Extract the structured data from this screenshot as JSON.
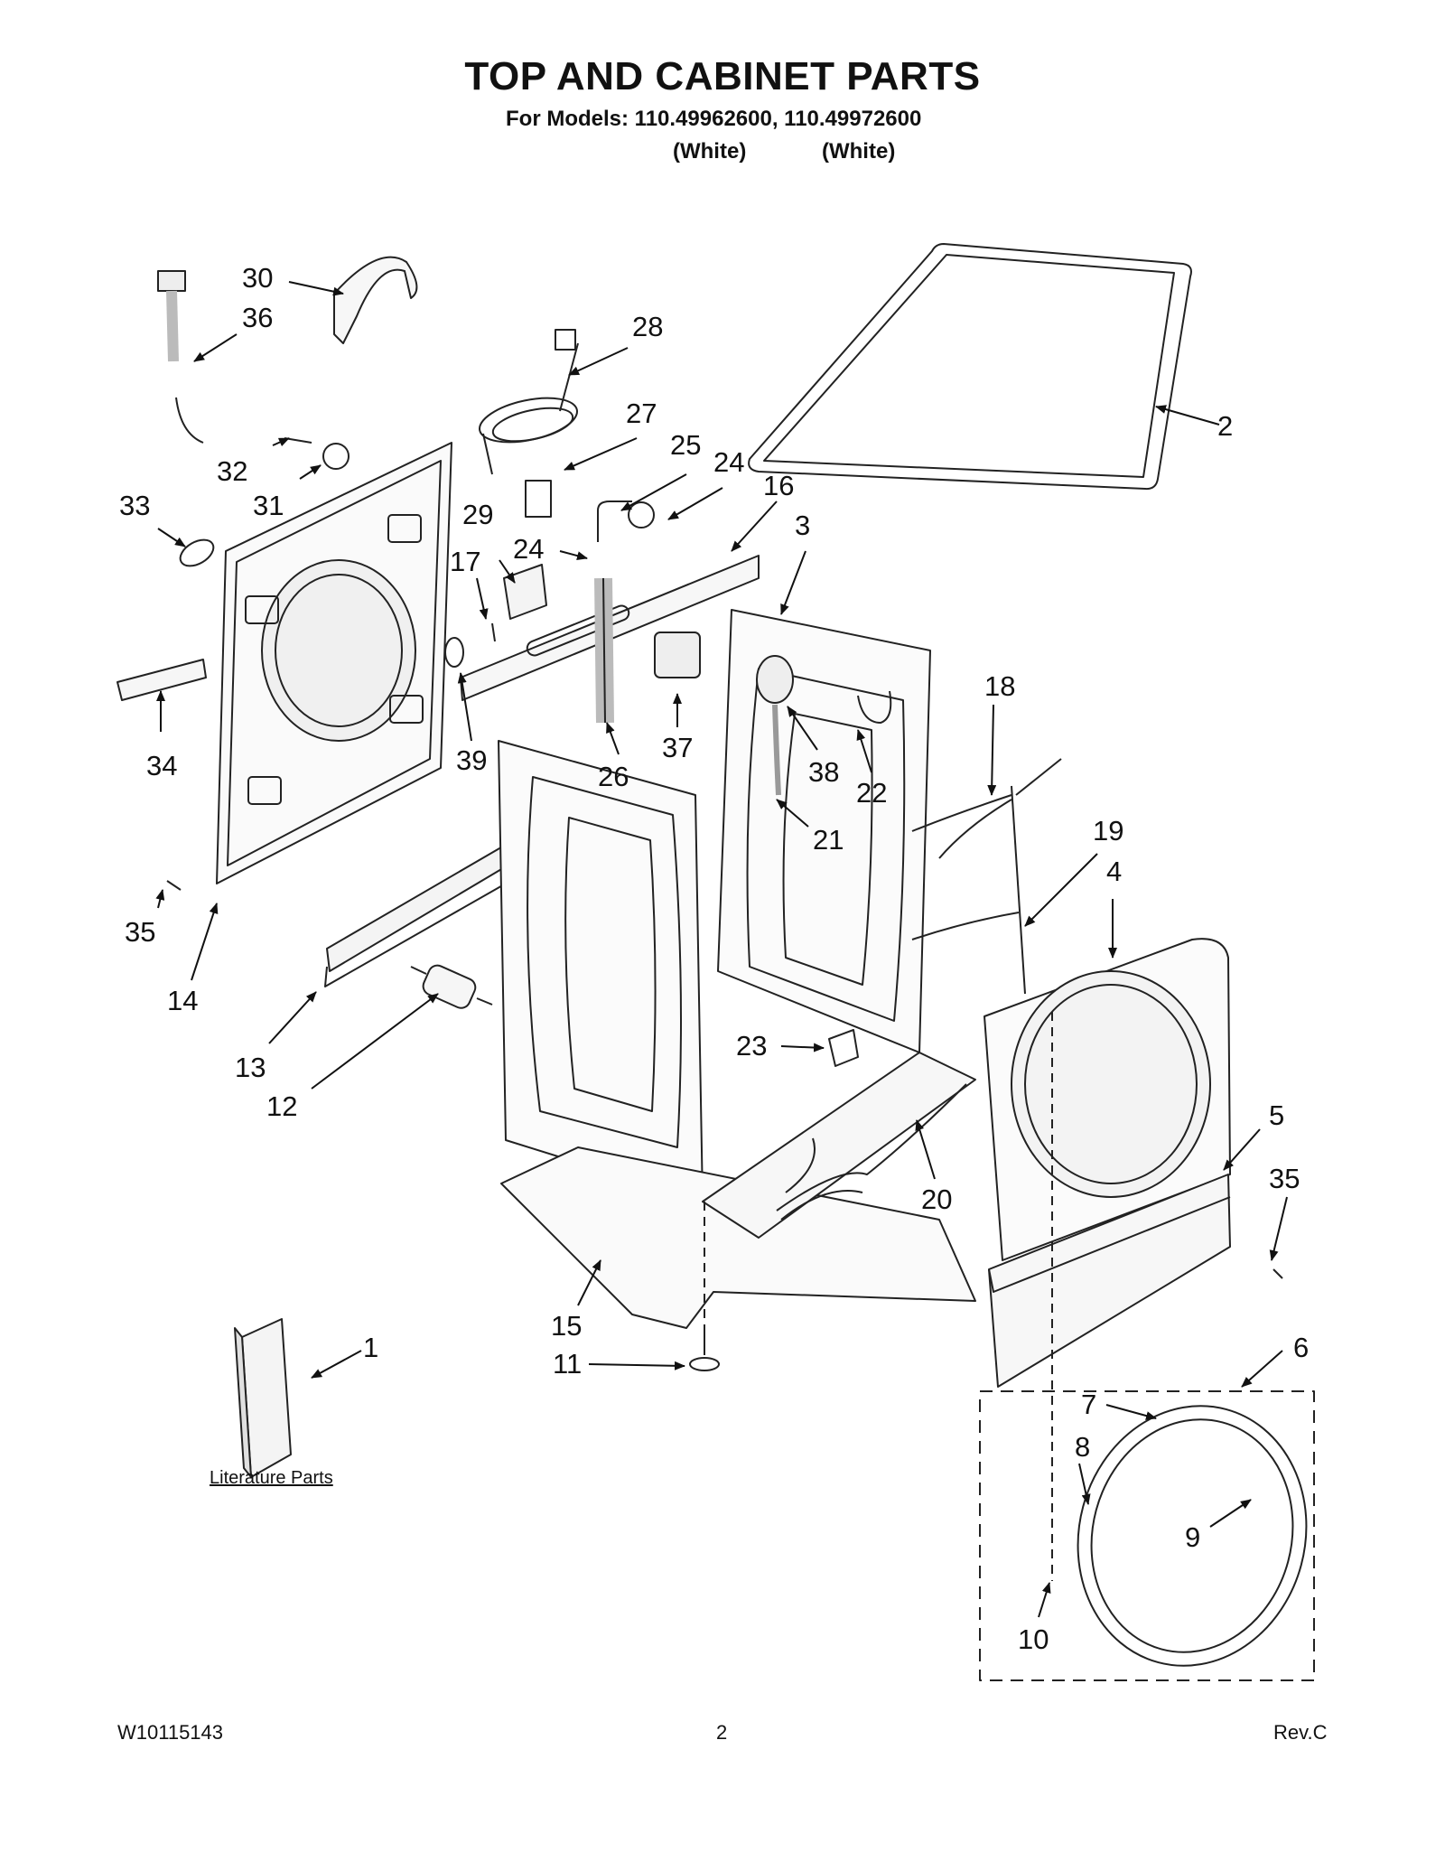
{
  "header": {
    "title": "TOP AND CABINET PARTS",
    "models_line": "For Models: 110.49962600, 110.49972600",
    "variant_left": "(White)",
    "variant_right": "(White)"
  },
  "literature_label": "Literature Parts",
  "footer": {
    "doc_number": "W10115143",
    "page_number": "2",
    "revision": "Rev.C"
  },
  "callouts": [
    {
      "id": "c1",
      "label": "1"
    },
    {
      "id": "c2",
      "label": "2"
    },
    {
      "id": "c3",
      "label": "3"
    },
    {
      "id": "c4",
      "label": "4"
    },
    {
      "id": "c5",
      "label": "5"
    },
    {
      "id": "c6",
      "label": "6"
    },
    {
      "id": "c7",
      "label": "7"
    },
    {
      "id": "c8",
      "label": "8"
    },
    {
      "id": "c9",
      "label": "9"
    },
    {
      "id": "c10",
      "label": "10"
    },
    {
      "id": "c11",
      "label": "11"
    },
    {
      "id": "c12",
      "label": "12"
    },
    {
      "id": "c13",
      "label": "13"
    },
    {
      "id": "c14",
      "label": "14"
    },
    {
      "id": "c15",
      "label": "15"
    },
    {
      "id": "c16",
      "label": "16"
    },
    {
      "id": "c17",
      "label": "17"
    },
    {
      "id": "c18",
      "label": "18"
    },
    {
      "id": "c19",
      "label": "19"
    },
    {
      "id": "c20",
      "label": "20"
    },
    {
      "id": "c21",
      "label": "21"
    },
    {
      "id": "c22",
      "label": "22"
    },
    {
      "id": "c23",
      "label": "23"
    },
    {
      "id": "c24a",
      "label": "24"
    },
    {
      "id": "c24b",
      "label": "24"
    },
    {
      "id": "c25",
      "label": "25"
    },
    {
      "id": "c26",
      "label": "26"
    },
    {
      "id": "c27",
      "label": "27"
    },
    {
      "id": "c28",
      "label": "28"
    },
    {
      "id": "c29",
      "label": "29"
    },
    {
      "id": "c30",
      "label": "30"
    },
    {
      "id": "c31",
      "label": "31"
    },
    {
      "id": "c32",
      "label": "32"
    },
    {
      "id": "c33",
      "label": "33"
    },
    {
      "id": "c34",
      "label": "34"
    },
    {
      "id": "c35a",
      "label": "35"
    },
    {
      "id": "c35b",
      "label": "35"
    },
    {
      "id": "c36",
      "label": "36"
    },
    {
      "id": "c37",
      "label": "37"
    },
    {
      "id": "c38",
      "label": "38"
    },
    {
      "id": "c39",
      "label": "39"
    }
  ]
}
